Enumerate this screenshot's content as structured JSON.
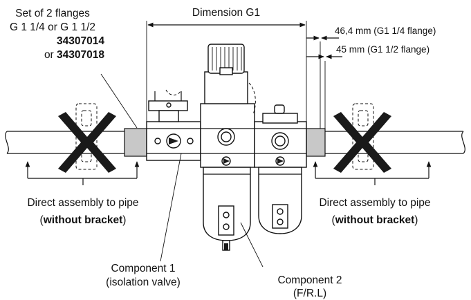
{
  "labels": {
    "dimension": "Dimension G1",
    "flanges_line1": "Set of 2 flanges",
    "flanges_line2": "G 1 1/4 or G 1 1/2",
    "flanges_code1": "34307014",
    "flanges_or": "or ",
    "flanges_code2": "34307018",
    "flange_dim_1": "46,4 mm (G1 1/4 flange)",
    "flange_dim_2": "45 mm (G1 1/2 flange)",
    "left_assembly_line1": "Direct assembly to pipe",
    "left_assembly_paren_open": "(",
    "left_assembly_bold": "without bracket",
    "left_assembly_paren_close": ")",
    "right_assembly_line1": "Direct assembly to pipe",
    "right_assembly_paren_open": "(",
    "right_assembly_bold": "without bracket",
    "right_assembly_paren_close": ")",
    "component1_line1": "Component 1",
    "component1_line2": "(isolation valve)",
    "component2_line1": "Component 2",
    "component2_line2": "(F/R.L)"
  },
  "colors": {
    "line": "#111111",
    "flange_fill": "#c8c8c8",
    "cross": "#111111"
  }
}
